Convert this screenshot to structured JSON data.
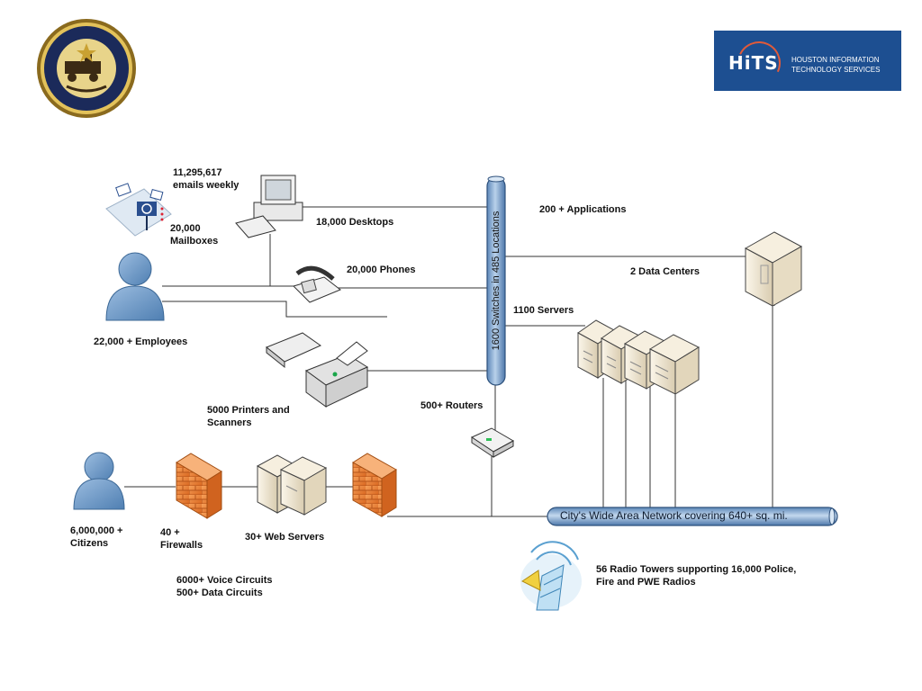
{
  "logos": {
    "city_seal": "City of Houston Texas",
    "hits_mark": "HiTS",
    "hits_name_line1": "HOUSTON INFORMATION",
    "hits_name_line2": "TECHNOLOGY SERVICES",
    "hits_color": "#1d4f91"
  },
  "labels": {
    "emails_line1": "11,295,617",
    "emails_line2": "emails weekly",
    "mailboxes_line1": "20,000",
    "mailboxes_line2": "Mailboxes",
    "desktops": "18,000 Desktops",
    "phones": "20,000 Phones",
    "employees": "22,000 + Employees",
    "printers_line1": "5000 Printers and",
    "printers_line2": "Scanners",
    "switches": "1600 Switches in 485 Locations",
    "applications": "200 + Applications",
    "data_centers": "2 Data Centers",
    "servers": "1100 Servers",
    "routers": "500+ Routers",
    "wan": "City's Wide Area Network covering 640+ sq. mi.",
    "citizens_line1": "6,000,000 +",
    "citizens_line2": "Citizens",
    "firewalls_line1": "40 +",
    "firewalls_line2": "Firewalls",
    "web_servers": "30+ Web Servers",
    "circuits_line1": "6000+ Voice Circuits",
    "circuits_line2": "500+ Data Circuits",
    "radio_line1": "56 Radio Towers supporting 16,000 Police,",
    "radio_line2": "Fire and PWE Radios"
  },
  "colors": {
    "person": "#6f98c4",
    "pipe": "#7fa6cf",
    "firewall": "#e8833a",
    "server": "#efe6d2"
  }
}
